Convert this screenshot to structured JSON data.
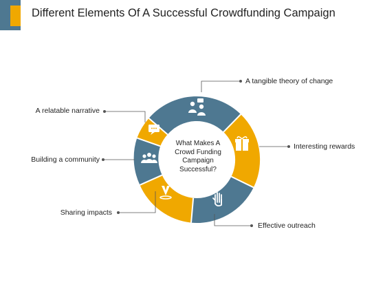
{
  "title": "Different Elements Of A Successful Crowdfunding Campaign",
  "center": {
    "lines": [
      "What Makes A",
      "Crowd Funding",
      "Campaign",
      "Successful?"
    ]
  },
  "labels": {
    "tangible": "A tangible theory of change",
    "rewards": "Interesting rewards",
    "outreach": "Effective outreach",
    "sharing": "Sharing impacts",
    "community": "Building a community",
    "narrative": "A relatable narrative"
  },
  "colors": {
    "blue": "#4e7891",
    "yellow": "#f0a800",
    "line": "#555555"
  },
  "icons": {
    "tangible": "people-exchange-icon",
    "rewards": "gift-icon",
    "outreach": "raised-hand-icon",
    "sharing": "impact-arrow-icon",
    "community": "group-icon",
    "narrative": "speech-bubble-icon"
  }
}
